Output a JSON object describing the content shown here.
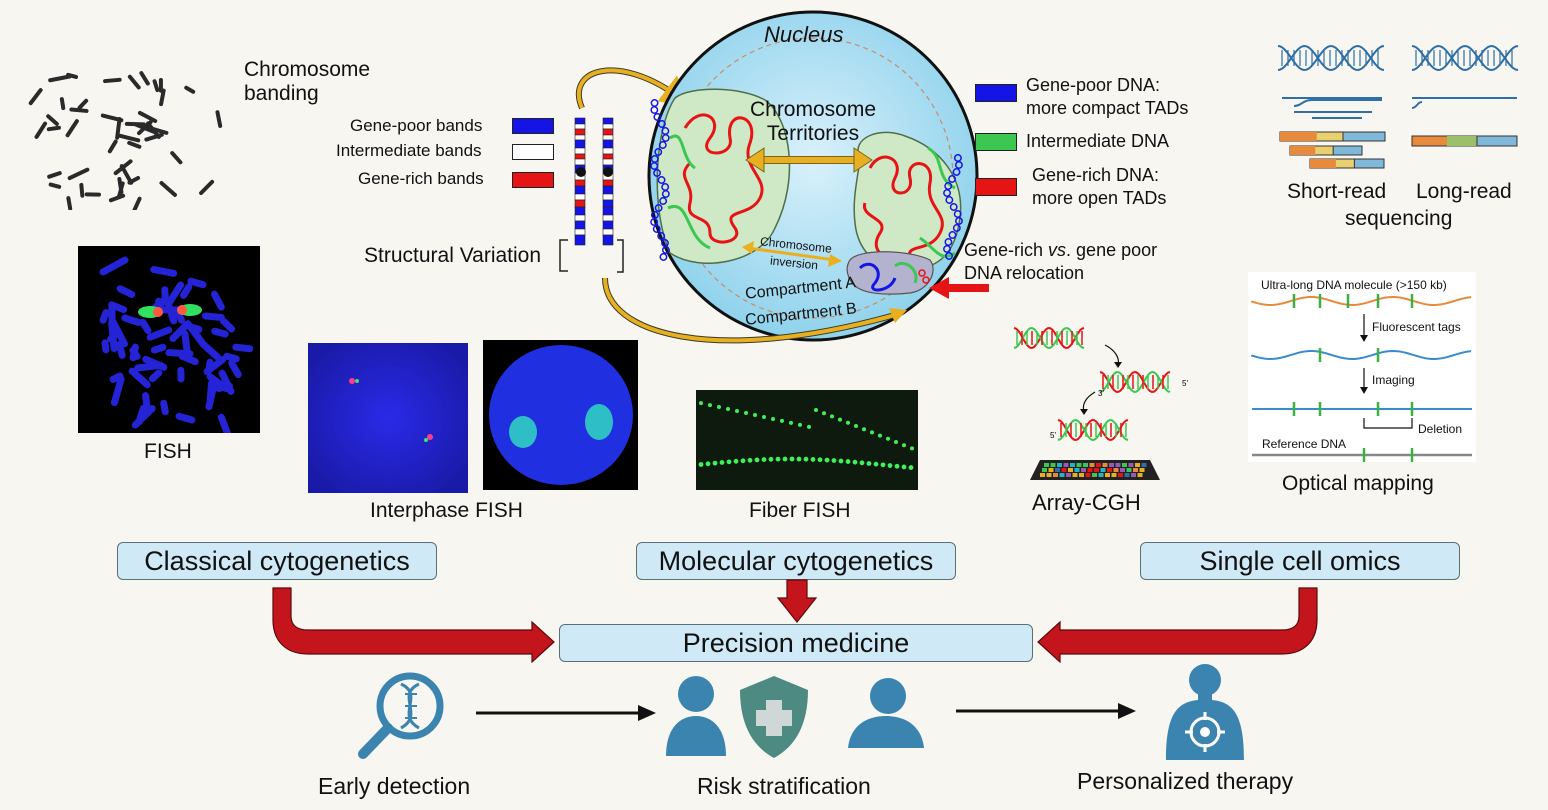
{
  "chromosome_banding": {
    "label_line1": "Chromosome",
    "label_line2": "banding"
  },
  "bands_legend": {
    "gene_poor": "Gene-poor bands",
    "intermediate": "Intermediate bands",
    "gene_rich": "Gene-rich bands"
  },
  "structural_variation": "Structural Variation",
  "nucleus": {
    "title": "Nucleus",
    "territories_line1": "Chromosome",
    "territories_line2": "Territories",
    "inversion_line1": "Chromosome",
    "inversion_line2": "inversion",
    "compartment_a": "Compartment A",
    "compartment_b": "Compartment B"
  },
  "dna_legend": {
    "gene_poor_line1": "Gene-poor DNA:",
    "gene_poor_line2": "more compact TADs",
    "intermediate": "Intermediate DNA",
    "gene_rich_line1": "Gene-rich DNA:",
    "gene_rich_line2": "more open TADs"
  },
  "relocation": {
    "line1_a": "Gene-rich ",
    "line1_em": "vs",
    "line1_b": ". gene poor",
    "line2": "DNA relocation"
  },
  "sequencing": {
    "short_read": "Short-read",
    "long_read": "Long-read",
    "sequencing": "sequencing"
  },
  "optical_mapping": {
    "molecule": "Ultra-long DNA molecule (>150 kb)",
    "fluorescent": "Fluorescent tags",
    "imaging": "Imaging",
    "deletion": "Deletion",
    "reference": "Reference DNA",
    "title": "Optical mapping"
  },
  "fish": "FISH",
  "interphase_fish": "Interphase FISH",
  "fiber_fish": "Fiber FISH",
  "array_cgh": "Array-CGH",
  "categories": {
    "classical": "Classical cytogenetics",
    "molecular": "Molecular cytogenetics",
    "single_cell": "Single cell omics"
  },
  "precision": "Precision medicine",
  "outcomes": {
    "early": "Early detection",
    "risk": "Risk stratification",
    "therapy": "Personalized therapy"
  },
  "colors": {
    "gene_poor": "#1414e6",
    "intermediate": "#3cc850",
    "gene_rich": "#e61414",
    "box_fill": "#cfe9f6",
    "arrow_red": "#c4141c",
    "icon_blue": "#3b84b0",
    "shield_green": "#4d8a82",
    "gold": "#e8b021"
  },
  "icons": [
    "magnifier-dna-icon",
    "person-icon",
    "medical-shield-icon",
    "person-icon",
    "target-body-icon"
  ]
}
